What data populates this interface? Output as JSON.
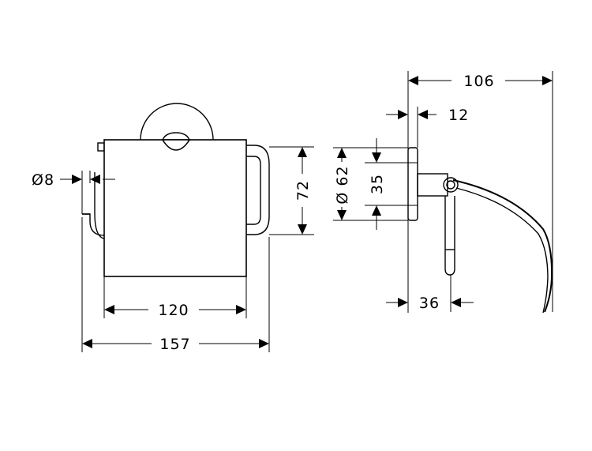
{
  "drawing": {
    "dimensions": {
      "pin_diameter": "Ø8",
      "cover_width": "120",
      "overall_width": "157",
      "cover_height": "72",
      "rosette_diameter": "Ø 62",
      "mount_height": "35",
      "overall_depth": "106",
      "rosette_depth": "12",
      "arm_offset": "36"
    }
  }
}
